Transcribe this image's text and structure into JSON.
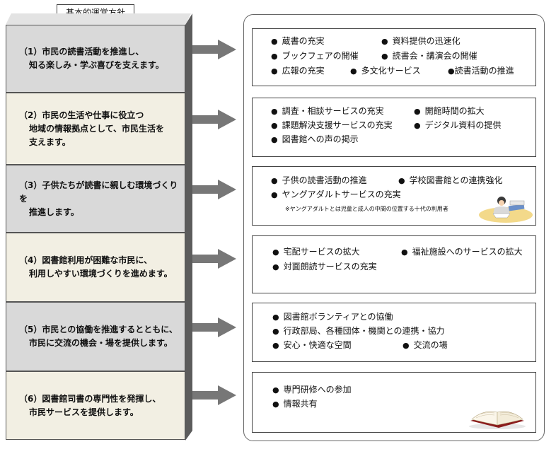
{
  "header": {
    "title": "基本的運営方針"
  },
  "policies": [
    {
      "line1": "（1）市民の読書活動を推進し、",
      "line2": "知る楽しみ・学ぶ喜びを支えます。"
    },
    {
      "line1": "（2）市民の生活や仕事に役立つ",
      "line2": "地域の情報拠点として、市民生活を",
      "line3": "支えます。"
    },
    {
      "line1": "（3）子供たちが読書に親しむ環境づくりを",
      "line2": "推進します。"
    },
    {
      "line1": "（4）図書館利用が困難な市民に、",
      "line2": "利用しやすい環境づくりを進めます。"
    },
    {
      "line1": "（5）市民との協働を推進するとともに、",
      "line2": "市民に交流の機会・場を提供します。"
    },
    {
      "line1": "（6）図書館司書の専門性を発揮し、",
      "line2": "市民サービスを提供します。"
    }
  ],
  "bullet": "●",
  "actions": [
    [
      "蔵書の充実",
      "資料提供の迅速化",
      "ブックフェアの開催",
      "読書会・講演会の開催",
      "広報の充実",
      "多文化サービス",
      "読書活動の推進"
    ],
    [
      "調査・相談サービスの充実",
      "開館時間の拡大",
      "課題解決支援サービスの充実",
      "デジタル資料の提供",
      "図書館への声の掲示"
    ],
    [
      "子供の読書活動の推進",
      "学校図書館との連携強化",
      "ヤングアダルトサービスの充実"
    ],
    [
      "宅配サービスの拡大",
      "福祉施設へのサービスの拡大",
      "対面朗読サービスの充実"
    ],
    [
      "図書館ボランティアとの協働",
      "行政部局、各種団体・機関との連携・協力",
      "安心・快適な空間",
      "交流の場"
    ],
    [
      "専門研修への参加",
      "情報共有"
    ]
  ],
  "note": "※ヤングアダルトとは児童と成人の中間の位置する十代の利用者",
  "colors": {
    "gray_box": "#d9d9d9",
    "cream_box": "#f2efe3",
    "arrow": "#777777"
  },
  "icons": [
    "reading-child-illustration",
    "open-book-illustration"
  ]
}
